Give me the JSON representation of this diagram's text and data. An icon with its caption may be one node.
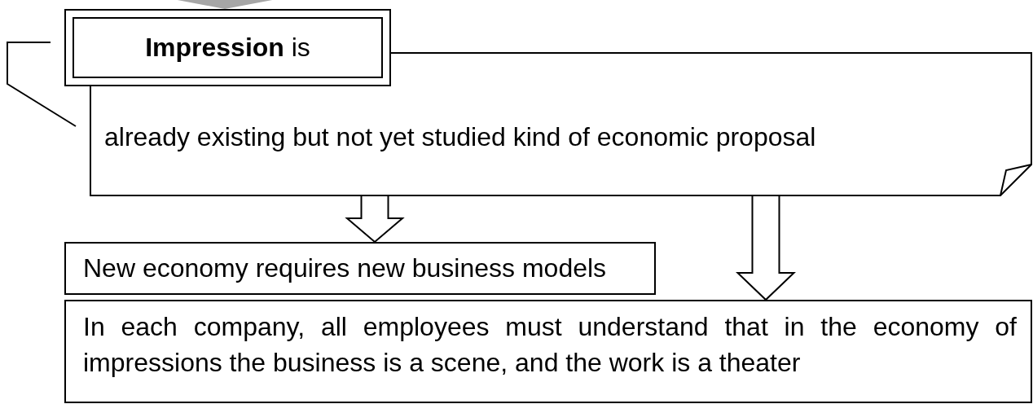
{
  "diagram": {
    "nodes": [
      {
        "text": [
          "**Impression** is"
        ]
      },
      {
        "text": [
          "already existing but not yet studied kind of economic proposal"
        ]
      },
      {
        "text": [
          "New economy requires new business models"
        ]
      },
      {
        "text": [
          "In each company, all employees must understand that in the economy of impressions the business is a scene, and the work is a theater"
        ]
      }
    ],
    "edges": [
      {
        "from": null,
        "to": 0,
        "arrow": "to",
        "color": "#a6a6a6"
      },
      {
        "from": 1,
        "to": 2,
        "arrow": "to"
      },
      {
        "from": 1,
        "to": 3,
        "arrow": "to"
      }
    ]
  }
}
